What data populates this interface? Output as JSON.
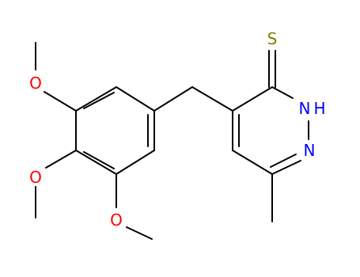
{
  "colors": {
    "background": "#ffffff",
    "bond": "#000000",
    "oxygen": "#ff0000",
    "nitrogen": "#0000ff",
    "sulfur": "#808000"
  },
  "atoms": {
    "sulfur": "S",
    "nh_nitrogen": "N",
    "nh_hydrogen": "H",
    "ring_nitrogen": "N",
    "oxygen_top": "O",
    "oxygen_middle": "O",
    "oxygen_bottom": "O"
  }
}
